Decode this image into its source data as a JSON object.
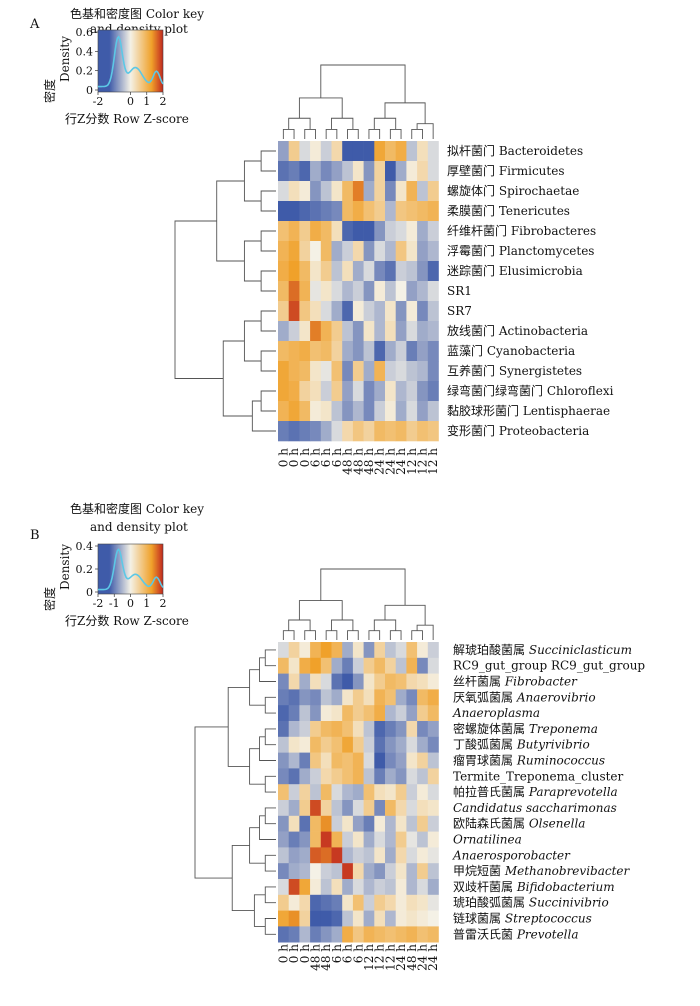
{
  "panels": [
    {
      "letter": "A",
      "key_title_line1": "色基和密度图 Color key",
      "key_title_line2": "and density plot",
      "key_ylabel_en": "Density",
      "key_ylabel_zh": "密度",
      "key_yticks": [
        "0.6",
        "0.4",
        "0.2",
        "0"
      ],
      "key_xticks": [
        "-2",
        "0",
        "1",
        "2"
      ],
      "key_xlabel": "行Z分数  Row Z-score",
      "rows": [
        {
          "zh": "拟杆菌门",
          "en": "Bacteroidetes",
          "italic": false
        },
        {
          "zh": "厚壁菌门",
          "en": "Firmicutes",
          "italic": false
        },
        {
          "zh": "螺旋体门",
          "en": "Spirochaetae",
          "italic": false
        },
        {
          "zh": "柔膜菌门",
          "en": "Tenericutes",
          "italic": false
        },
        {
          "zh": "纤维杆菌门",
          "en": "Fibrobacteres",
          "italic": false
        },
        {
          "zh": "浮霉菌门",
          "en": "Planctomycetes",
          "italic": false
        },
        {
          "zh": "迷踪菌门",
          "en": "Elusimicrobia",
          "italic": false
        },
        {
          "zh": "",
          "en": "SR1",
          "italic": false
        },
        {
          "zh": "",
          "en": "SR7",
          "italic": false
        },
        {
          "zh": "放线菌门",
          "en": "Actinobacteria",
          "italic": false
        },
        {
          "zh": "蓝藻门",
          "en": "Cyanobacteria",
          "italic": false
        },
        {
          "zh": "互养菌门",
          "en": "Synergistetes",
          "italic": false
        },
        {
          "zh": "绿弯菌门绿弯菌门",
          "en": "Chloroflexi",
          "italic": false
        },
        {
          "zh": "黏胶球形菌门",
          "en": "Lentisphaerae",
          "italic": false
        },
        {
          "zh": "变形菌门",
          "en": "Proteobacteria",
          "italic": false
        }
      ],
      "cols": [
        "0 h",
        "0 h",
        "0 h",
        "6 h",
        "6 h",
        "6 h",
        "48 h",
        "48 h",
        "48 h",
        "24 h",
        "24 h",
        "24 h",
        "12 h",
        "12 h",
        "12 h"
      ]
    },
    {
      "letter": "B",
      "key_title_line1": "色基和密度图  Color key",
      "key_title_line2": "and density plot",
      "key_ylabel_en": "Density",
      "key_ylabel_zh": "密度",
      "key_yticks": [
        "0.4",
        "0.2",
        "0"
      ],
      "key_xticks": [
        "-2",
        "-1",
        "0",
        "1",
        "2"
      ],
      "key_xlabel": "行Z分数  Row Z-score",
      "rows": [
        {
          "zh": "解琥珀酸菌属",
          "en": "Succiniclasticum",
          "italic": true
        },
        {
          "zh": "RC9_gut_group",
          "en": "RC9_gut_group",
          "italic": false
        },
        {
          "zh": "丝杆菌属",
          "en": "Fibrobacter",
          "italic": true
        },
        {
          "zh": "厌氧弧菌属",
          "en": "Anaerovibrio",
          "italic": true
        },
        {
          "zh": "",
          "en": "Anaeroplasma",
          "italic": true
        },
        {
          "zh": "密螺旋体菌属",
          "en": "Treponema",
          "italic": true
        },
        {
          "zh": "丁酸弧菌属",
          "en": "Butyrivibrio",
          "italic": true
        },
        {
          "zh": "瘤胃球菌属",
          "en": "Ruminococcus",
          "italic": true
        },
        {
          "zh": "",
          "en": "Termite_Treponema_cluster",
          "italic": false
        },
        {
          "zh": "帕拉普氏菌属",
          "en": "Paraprevotella",
          "italic": true
        },
        {
          "zh": "",
          "en": "Candidatus saccharimonas",
          "italic": true
        },
        {
          "zh": "欧陆森氏菌属",
          "en": "Olsenella",
          "italic": true
        },
        {
          "zh": "",
          "en": "Ornatilinea",
          "italic": true
        },
        {
          "zh": "",
          "en": "Anaerosporobacter",
          "italic": true
        },
        {
          "zh": "甲烷短菌",
          "en": "Methanobrevibacter",
          "italic": true
        },
        {
          "zh": "双歧杆菌属",
          "en": "Bifidobacterium",
          "italic": true
        },
        {
          "zh": "琥珀酸弧菌属",
          "en": "Succinivibrio",
          "italic": true
        },
        {
          "zh": "链球菌属",
          "en": "Streptococcus",
          "italic": true
        },
        {
          "zh": "普雷沃氏菌",
          "en": "Prevotella",
          "italic": true
        }
      ],
      "cols": [
        "0 h",
        "0 h",
        "0 h",
        "48 h",
        "48 h",
        "6 h",
        "6 h",
        "6 h",
        "12 h",
        "12 h",
        "12 h",
        "24 h",
        "48 h",
        "24 h",
        "24 h"
      ]
    }
  ],
  "colors": {
    "low": "#3f5ba9",
    "mid": "#f4f1e6",
    "high": "#f0a12a",
    "extreme": "#c0281f",
    "density_line": "#5cc8e6",
    "dendrogram": "#555555"
  },
  "chart_data": [
    {
      "type": "heatmap",
      "title": "",
      "xlabel": "",
      "ylabel": "",
      "scale": {
        "label": "Row Z-score",
        "range": [
          -2,
          2
        ]
      },
      "rows": [
        "Bacteroidetes",
        "Firmicutes",
        "Spirochaetae",
        "Tenericutes",
        "Fibrobacteres",
        "Planctomycetes",
        "Elusimicrobia",
        "SR1",
        "SR7",
        "Actinobacteria",
        "Cyanobacteria",
        "Synergistetes",
        "Chloroflexi",
        "Lentisphaerae",
        "Proteobacteria"
      ],
      "cols": [
        "0 h",
        "0 h",
        "0 h",
        "6 h",
        "6 h",
        "6 h",
        "48 h",
        "48 h",
        "48 h",
        "24 h",
        "24 h",
        "24 h",
        "12 h",
        "12 h",
        "12 h"
      ],
      "values": [
        [
          -0.7,
          0.6,
          -0.2,
          0.1,
          -0.3,
          0.4,
          -1.9,
          -2.0,
          -1.6,
          1.2,
          0.9,
          1.1,
          -0.4,
          0.3,
          -0.2
        ],
        [
          -1.1,
          -1.0,
          -1.2,
          -0.6,
          -0.9,
          -0.7,
          -0.4,
          0.2,
          -0.8,
          0.5,
          -1.4,
          -0.6,
          0.1,
          0.4,
          -0.2
        ],
        [
          -0.2,
          0.3,
          0.1,
          -0.8,
          -0.4,
          0.2,
          0.9,
          1.5,
          -0.6,
          0.5,
          -0.9,
          0.2,
          1.0,
          -0.4,
          0.6
        ],
        [
          -1.3,
          -1.4,
          -1.2,
          -1.1,
          -1.0,
          -0.9,
          0.9,
          1.1,
          0.8,
          0.6,
          -0.5,
          0.7,
          0.8,
          0.9,
          1.0
        ],
        [
          0.8,
          1.0,
          0.6,
          1.1,
          0.9,
          0.3,
          -1.2,
          -1.3,
          -1.5,
          -0.8,
          -0.3,
          -0.2,
          0.1,
          -0.6,
          -0.3
        ],
        [
          1.0,
          1.2,
          0.5,
          0.0,
          0.9,
          -0.6,
          -0.3,
          0.4,
          -0.8,
          -0.2,
          -0.5,
          0.7,
          0.2,
          -0.7,
          -0.5
        ],
        [
          1.1,
          1.3,
          0.9,
          0.2,
          0.6,
          -0.4,
          0.3,
          -0.6,
          -0.2,
          -0.9,
          -1.1,
          -0.3,
          -0.4,
          -0.8,
          -1.2
        ],
        [
          0.9,
          1.6,
          1.0,
          -0.1,
          0.2,
          -0.2,
          -0.5,
          -0.3,
          -0.8,
          0.1,
          -0.4,
          0.0,
          -0.7,
          -0.5,
          -0.2
        ],
        [
          0.6,
          1.8,
          0.7,
          0.3,
          -0.2,
          -0.6,
          -1.2,
          0.1,
          -0.3,
          -0.5,
          0.2,
          -0.8,
          0.1,
          -0.9,
          -0.4
        ],
        [
          -0.6,
          -0.3,
          0.2,
          1.5,
          1.0,
          0.6,
          -0.4,
          -0.8,
          0.2,
          -0.5,
          0.3,
          -0.7,
          -0.2,
          -0.6,
          -0.5
        ],
        [
          0.9,
          1.0,
          1.1,
          0.8,
          0.9,
          0.5,
          -0.6,
          -0.8,
          -0.4,
          -1.2,
          -0.6,
          -0.3,
          -1.0,
          -0.7,
          -0.9
        ],
        [
          1.2,
          1.0,
          0.9,
          0.2,
          -0.1,
          0.8,
          -0.9,
          0.6,
          -0.6,
          1.0,
          -0.3,
          -0.2,
          -0.4,
          -0.5,
          -0.9
        ],
        [
          1.2,
          1.1,
          0.5,
          0.3,
          -0.3,
          0.6,
          -0.7,
          -0.2,
          -0.9,
          -0.6,
          0.2,
          -0.5,
          -0.3,
          -0.8,
          -1.0
        ],
        [
          1.0,
          1.2,
          0.9,
          0.1,
          0.2,
          -0.4,
          -0.8,
          -0.5,
          -0.9,
          -0.3,
          0.1,
          -0.6,
          -0.2,
          -0.7,
          -0.4
        ],
        [
          -1.0,
          -1.1,
          -1.0,
          -0.9,
          -0.6,
          -0.2,
          0.4,
          0.7,
          0.5,
          0.9,
          0.8,
          0.9,
          0.6,
          0.8,
          0.7
        ]
      ]
    },
    {
      "type": "heatmap",
      "title": "",
      "xlabel": "",
      "ylabel": "",
      "scale": {
        "label": "Row Z-score",
        "range": [
          -2,
          2
        ]
      },
      "rows": [
        "Succiniclasticum",
        "RC9_gut_group",
        "Fibrobacter",
        "Anaerovibrio",
        "Anaeroplasma",
        "Treponema",
        "Butyrivibrio",
        "Ruminococcus",
        "Termite_Treponema_cluster",
        "Paraprevotella",
        "Candidatus saccharimonas",
        "Olsenella",
        "Ornatilinea",
        "Anaerosporobacter",
        "Methanobrevibacter",
        "Bifidobacterium",
        "Succinivibrio",
        "Streptococcus",
        "Prevotella"
      ],
      "cols": [
        "0 h",
        "0 h",
        "0 h",
        "48 h",
        "48 h",
        "6 h",
        "6 h",
        "6 h",
        "12 h",
        "12 h",
        "12 h",
        "24 h",
        "48 h",
        "24 h",
        "24 h"
      ],
      "values": [
        [
          -0.2,
          0.5,
          0.1,
          1.0,
          1.3,
          1.0,
          -0.6,
          0.2,
          -0.8,
          0.5,
          -0.4,
          -0.2,
          0.8,
          0.1,
          -0.3
        ],
        [
          0.9,
          0.2,
          1.1,
          1.3,
          0.8,
          -0.6,
          -1.0,
          -0.3,
          0.6,
          0.9,
          0.5,
          -0.4,
          1.0,
          -0.9,
          -0.2
        ],
        [
          -0.9,
          0.4,
          -0.6,
          0.3,
          -0.2,
          -1.1,
          -1.3,
          -0.8,
          0.2,
          0.6,
          0.9,
          0.8,
          0.4,
          0.3,
          0.1
        ],
        [
          -1.0,
          -1.1,
          -0.8,
          -0.9,
          -0.4,
          -0.6,
          0.2,
          0.6,
          0.3,
          1.0,
          0.8,
          -0.6,
          -0.9,
          0.9,
          1.1
        ],
        [
          -1.2,
          -1.0,
          -0.4,
          -0.8,
          0.1,
          0.2,
          0.9,
          0.6,
          0.8,
          1.1,
          -0.5,
          -0.3,
          -0.7,
          0.6,
          0.9
        ],
        [
          -1.1,
          -0.5,
          -0.3,
          0.6,
          0.9,
          1.0,
          0.8,
          0.3,
          -0.4,
          -1.2,
          -1.0,
          -0.8,
          0.4,
          -0.9,
          -0.7
        ],
        [
          -0.4,
          0.2,
          0.1,
          0.9,
          0.6,
          0.8,
          1.2,
          0.6,
          -0.3,
          -1.1,
          -0.8,
          -0.6,
          -0.2,
          -0.6,
          -0.9
        ],
        [
          -0.8,
          -0.5,
          -1.0,
          0.7,
          0.3,
          0.9,
          0.8,
          1.0,
          -0.2,
          -1.3,
          -0.9,
          -0.7,
          0.2,
          0.5,
          -0.4
        ],
        [
          -0.9,
          -1.1,
          -0.6,
          -0.3,
          0.4,
          0.6,
          0.8,
          1.0,
          -0.4,
          -1.0,
          -0.6,
          -0.8,
          -0.2,
          -0.4,
          0.5
        ],
        [
          0.8,
          -0.3,
          0.5,
          -0.4,
          0.9,
          -0.2,
          -0.5,
          -0.6,
          0.8,
          0.3,
          0.2,
          0.6,
          -0.3,
          0.1,
          -0.2
        ],
        [
          -0.3,
          -0.6,
          0.6,
          1.8,
          0.5,
          -0.4,
          -0.8,
          -0.2,
          0.6,
          -0.9,
          0.9,
          0.4,
          -0.2,
          0.3,
          0.2
        ],
        [
          -0.8,
          0.3,
          -1.1,
          0.9,
          1.4,
          -0.3,
          0.2,
          -0.7,
          -1.0,
          0.1,
          -0.5,
          0.2,
          -0.4,
          0.6,
          -0.3
        ],
        [
          -0.7,
          -1.0,
          -0.8,
          0.9,
          1.9,
          1.0,
          -0.3,
          0.2,
          -0.6,
          -0.2,
          -0.5,
          0.6,
          -0.1,
          -0.4,
          0.1
        ],
        [
          -0.4,
          -0.7,
          -0.6,
          1.7,
          1.6,
          1.9,
          -0.5,
          -0.3,
          -0.4,
          0.2,
          -0.6,
          0.4,
          -0.2,
          0.1,
          -0.1
        ],
        [
          -0.9,
          -0.6,
          -0.5,
          0.0,
          -0.3,
          -0.4,
          1.9,
          0.4,
          -0.6,
          -0.8,
          -0.3,
          0.2,
          -0.5,
          0.6,
          -0.4
        ],
        [
          -0.2,
          1.8,
          1.2,
          0.1,
          -0.4,
          0.3,
          -0.6,
          -0.2,
          -0.5,
          -0.3,
          -0.4,
          0.1,
          -0.5,
          -0.2,
          -0.6
        ],
        [
          0.6,
          0.1,
          0.4,
          -1.2,
          -1.1,
          -1.0,
          0.2,
          0.8,
          -0.3,
          0.6,
          0.4,
          0.1,
          0.3,
          0.2,
          -0.1
        ],
        [
          1.2,
          1.4,
          0.5,
          -1.3,
          -1.4,
          -1.2,
          -0.4,
          0.2,
          -0.6,
          0.3,
          -0.5,
          0.1,
          0.2,
          0.1,
          0.0
        ],
        [
          -1.1,
          -1.0,
          -0.5,
          -1.0,
          -0.8,
          -0.6,
          1.1,
          0.7,
          1.0,
          0.9,
          0.8,
          0.9,
          1.0,
          0.8,
          0.9
        ]
      ]
    }
  ]
}
